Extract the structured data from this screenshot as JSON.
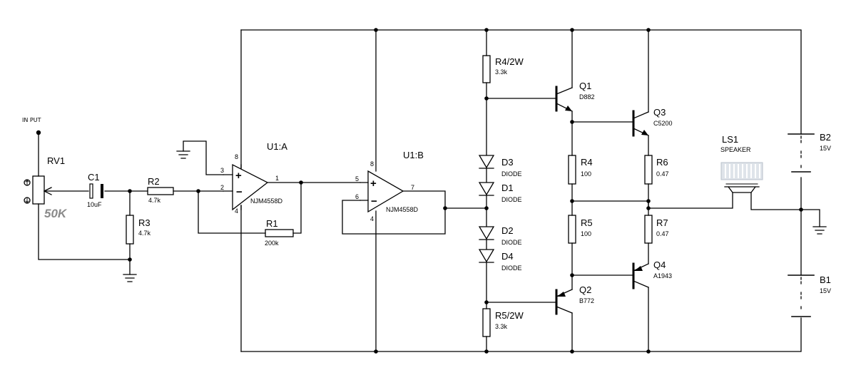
{
  "input": {
    "label": "IN PUT"
  },
  "pot": {
    "ref": "RV1",
    "value": "50K"
  },
  "c1": {
    "ref": "C1",
    "value": "10uF"
  },
  "r2": {
    "ref": "R2",
    "value": "4.7k"
  },
  "r3": {
    "ref": "R3",
    "value": "4.7k"
  },
  "r1": {
    "ref": "R1",
    "value": "200k"
  },
  "u1a": {
    "ref": "U1:A",
    "part": "NJM4558D",
    "pins": [
      "8",
      "3",
      "2",
      "1",
      "4"
    ],
    "plus": "+",
    "minus": "−"
  },
  "u1b": {
    "ref": "U1:B",
    "part": "NJM4558D",
    "pins": [
      "8",
      "5",
      "6",
      "7",
      "4"
    ],
    "plus": "+",
    "minus": "−"
  },
  "r4_2w": {
    "ref": "R4/2W",
    "value": "3.3k"
  },
  "r5_2w": {
    "ref": "R5/2W",
    "value": "3.3k"
  },
  "d3": {
    "ref": "D3",
    "value": "DIODE"
  },
  "d1": {
    "ref": "D1",
    "value": "DIODE"
  },
  "d2": {
    "ref": "D2",
    "value": "DIODE"
  },
  "d4": {
    "ref": "D4",
    "value": "DIODE"
  },
  "q1": {
    "ref": "Q1",
    "value": "D882"
  },
  "q2": {
    "ref": "Q2",
    "value": "B772"
  },
  "q3": {
    "ref": "Q3",
    "value": "C5200"
  },
  "q4": {
    "ref": "Q4",
    "value": "A1943"
  },
  "r4": {
    "ref": "R4",
    "value": "100"
  },
  "r5": {
    "ref": "R5",
    "value": "100"
  },
  "r6": {
    "ref": "R6",
    "value": "0.47"
  },
  "r7": {
    "ref": "R7",
    "value": "0.47"
  },
  "ls1": {
    "ref": "LS1",
    "value": "SPEAKER"
  },
  "b2": {
    "ref": "B2",
    "value": "15V"
  },
  "b1": {
    "ref": "B1",
    "value": "15V"
  },
  "colors": {
    "wire": "#000000",
    "pot_value": "#8a8a8a",
    "speaker_grille": "#dfe4ea"
  }
}
